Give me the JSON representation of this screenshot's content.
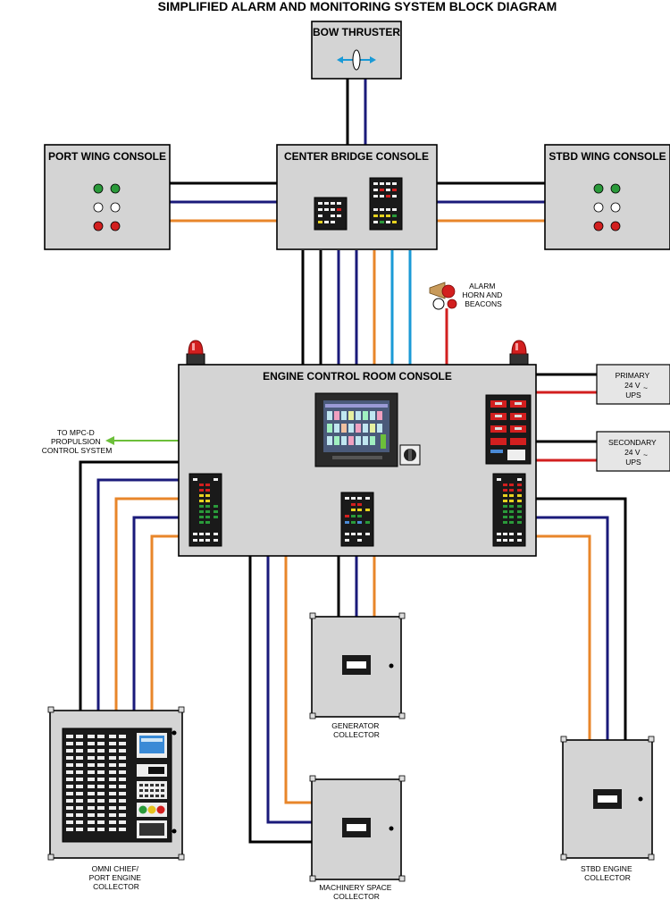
{
  "title": "SIMPLIFIED ALARM AND MONITORING SYSTEM BLOCK DIAGRAM",
  "nodes": {
    "bow_thruster": "BOW THRUSTER",
    "center_bridge": "CENTER BRIDGE CONSOLE",
    "port_wing": "PORT WING CONSOLE",
    "stbd_wing": "STBD WING CONSOLE",
    "engine_control_room": "ENGINE CONTROL ROOM CONSOLE",
    "alarm": [
      "ALARM",
      "HORN AND",
      "BEACONS"
    ],
    "primary_ups": [
      "PRIMARY",
      "24 V",
      "UPS"
    ],
    "secondary_ups": [
      "SECONDARY",
      "24 V",
      "UPS"
    ],
    "to_mpc": [
      "TO MPC-D",
      "PROPULSION",
      "CONTROL SYSTEM"
    ],
    "generator_collector": [
      "GENERATOR",
      "COLLECTOR"
    ],
    "machinery_collector": [
      "MACHINERY SPACE",
      "COLLECTOR"
    ],
    "omnichief": [
      "OMNI CHIEF/",
      "PORT ENGINE",
      "COLLECTOR"
    ],
    "stbd_engine": [
      "STBD ENGINE",
      "COLLECTOR"
    ]
  },
  "colors": {
    "panel": "#d4d4d4",
    "black_wire": "#000000",
    "navy_wire": "#1a1a7a",
    "orange_wire": "#e8862a",
    "blue_wire": "#1a9ad6",
    "red_wire": "#d21f1f",
    "green_arrow": "#6cbf3a",
    "beacon_red": "#d21f1f"
  }
}
